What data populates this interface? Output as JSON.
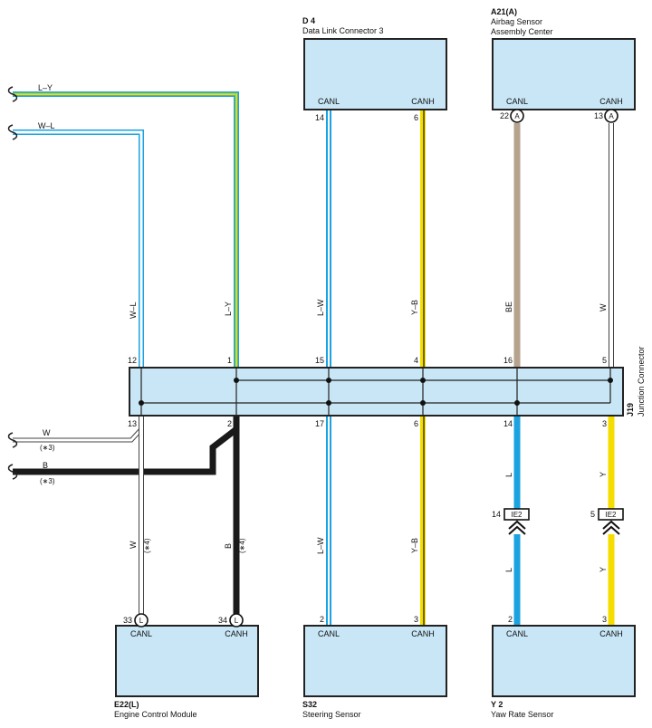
{
  "components": {
    "d4": {
      "code": "D 4",
      "name": "Data Link Connector 3",
      "pin_left": "CANL",
      "pin_right": "CANH"
    },
    "a21": {
      "code": "A21(A)",
      "name_line1": "Airbag Sensor",
      "name_line2": "Assembly Center",
      "pin_left": "CANL",
      "pin_right": "CANH"
    },
    "j19": {
      "code": "J19",
      "name": "Junction Connector"
    },
    "e22": {
      "code": "E22(L)",
      "name": "Engine Control Module",
      "pin_left": "CANL",
      "pin_right": "CANH"
    },
    "s32": {
      "code": "S32",
      "name": "Steering Sensor",
      "pin_left": "CANL",
      "pin_right": "CANH"
    },
    "y2": {
      "code": "Y 2",
      "name": "Yaw Rate Sensor",
      "pin_left": "CANL",
      "pin_right": "CANH"
    }
  },
  "wires": {
    "offpage_ly": "L–Y",
    "offpage_wl": "W–L",
    "offpage_w": "W",
    "offpage_b": "B",
    "note_w": "(∗3)",
    "note_b": "(∗3)",
    "wl": "W–L",
    "ly": "L–Y",
    "lw_top": "L–W",
    "yb_top": "Y–B",
    "be": "BE",
    "w_a21": "W",
    "w_e22": "W",
    "note_w_e22": "(∗4)",
    "b_e22": "B",
    "note_b_e22": "(∗4)",
    "lw_bottom": "L–W",
    "yb_bottom": "Y–B",
    "l_upper": "L",
    "l_lower": "L",
    "y_upper": "Y",
    "y_lower": "Y"
  },
  "pins": {
    "d4_canl": "14",
    "d4_canh": "6",
    "a21_canl": "22",
    "a21_canh": "13",
    "j19_top": [
      "12",
      "1",
      "15",
      "4",
      "16",
      "5"
    ],
    "j19_bottom": [
      "13",
      "2",
      "17",
      "6",
      "14",
      "3"
    ],
    "e22_canl": "33",
    "e22_canh": "34",
    "s32_canl": "2",
    "s32_canh": "3",
    "y2_canl": "2",
    "y2_canh": "3",
    "ie2_canl": "14",
    "ie2_canh": "5"
  },
  "circle_labels": {
    "a": "A",
    "l": "L"
  },
  "inline_connector": {
    "label": "IE2"
  },
  "colors": {
    "connector_fill": "#c8e6f5",
    "blue": "#1aa3e0",
    "yellow": "#f5dd00",
    "green_stripe": "#8ccf3a",
    "beige": "#b5a38e",
    "black": "#1a1a1a",
    "white_wire": "#ffffff"
  }
}
